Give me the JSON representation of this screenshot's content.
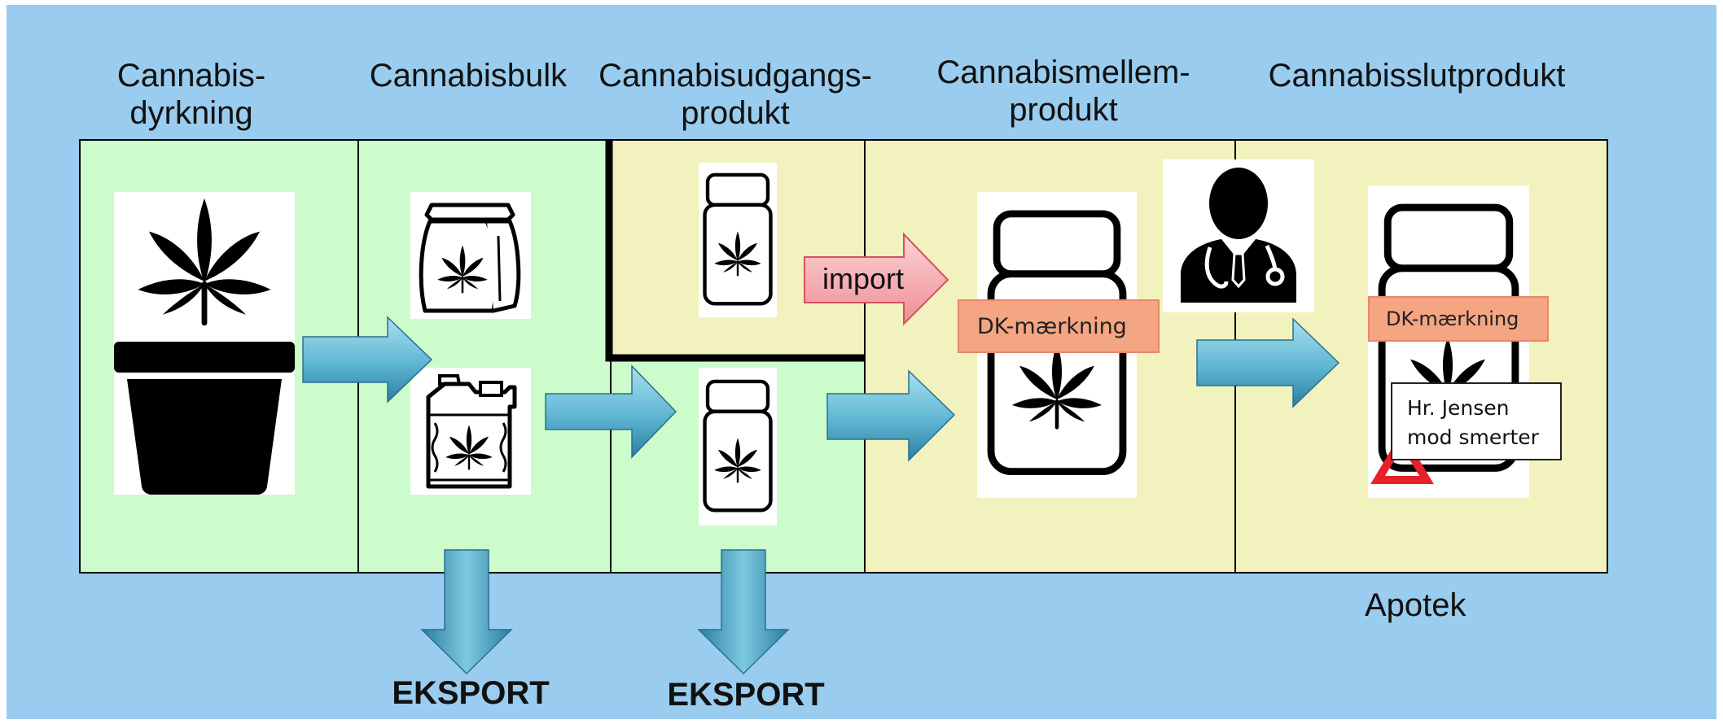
{
  "stages": [
    {
      "lines": [
        "Cannabis-",
        "dyrkning"
      ]
    },
    {
      "lines": [
        "Cannabisbulk"
      ]
    },
    {
      "lines": [
        "Cannabisudgangs-",
        "produkt"
      ]
    },
    {
      "lines": [
        "Cannabismellem-",
        "produkt"
      ]
    },
    {
      "lines": [
        "Cannabisslutprodukt"
      ]
    }
  ],
  "import_label": "import",
  "labels": {
    "dk_marking": "DK-mærkning",
    "dk_marking_final": "DK-mærkning",
    "note": [
      "Hr. Jensen",
      "mod smerter"
    ],
    "eksport_1": "EKSPORT",
    "eksport_2": "EKSPORT",
    "apotek": "Apotek"
  },
  "icons": [
    "cannabis-plant-pot-icon",
    "cannabis-bag-icon",
    "cannabis-canister-icon",
    "cannabis-bottle-icon",
    "doctor-icon",
    "warning-triangle-icon"
  ],
  "colors": {
    "background": "#99ccee",
    "green_zone": "#ccfccc",
    "yellow_zone": "#f2f2bf",
    "arrow_light": "#8fd4e6",
    "arrow_dark": "#2f8fb0",
    "import_arrow": "#f4a3aa",
    "dk_label": "#f4a582",
    "warning": "#e8202a"
  }
}
